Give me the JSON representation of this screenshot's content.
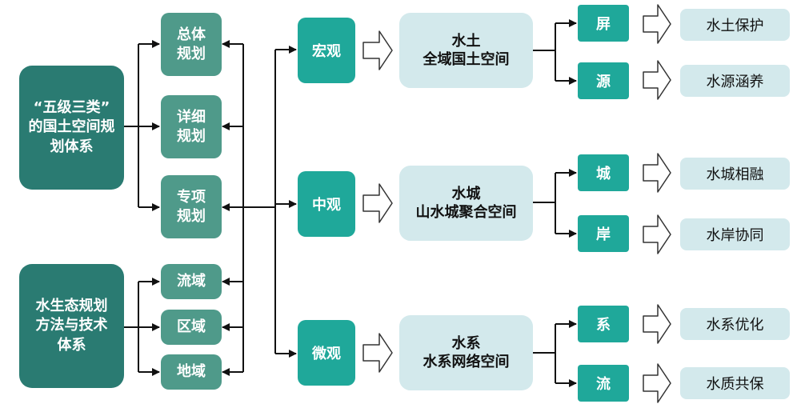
{
  "systems": {
    "national": "“五级三类”\n的国土空间规\n划体系",
    "water": "水生态规划\n方法与技术\n体系"
  },
  "plan_types": [
    "总体\n规划",
    "详细\n规划",
    "专项\n规划"
  ],
  "domains": [
    "流域",
    "区域",
    "地域"
  ],
  "scales": [
    "宏观",
    "中观",
    "微观"
  ],
  "spaces": [
    {
      "title": "水土",
      "subtitle": "全域国土空间"
    },
    {
      "title": "水城",
      "subtitle": "山水城聚合空间"
    },
    {
      "title": "水系",
      "subtitle": "水系网络空间"
    }
  ],
  "elements": [
    "屏",
    "源",
    "城",
    "岸",
    "系",
    "流"
  ],
  "outcomes": [
    "水土保护",
    "水源涵养",
    "水城相融",
    "水岸协同",
    "水系优化",
    "水质共保"
  ],
  "colors": {
    "dark_green": "#2a7b72",
    "mid_green": "#4f9a8a",
    "teal": "#1fa89a",
    "light_blue": "#d3e9ec",
    "line": "#111111"
  }
}
